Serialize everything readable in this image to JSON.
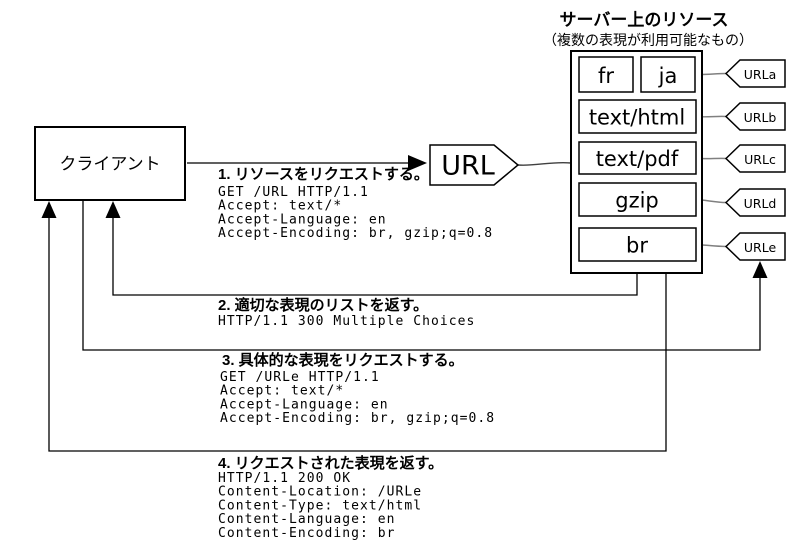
{
  "server_group": {
    "title": "サーバー上のリソース",
    "subtitle": "（複数の表現が利用可能なもの）"
  },
  "client": {
    "label": "クライアント"
  },
  "url_node": {
    "label": "URL"
  },
  "resources": [
    {
      "label": "fr"
    },
    {
      "label": "ja"
    },
    {
      "label": "text/html"
    },
    {
      "label": "text/pdf"
    },
    {
      "label": "gzip"
    },
    {
      "label": "br"
    }
  ],
  "url_tags": [
    {
      "label": "URLa"
    },
    {
      "label": "URLb"
    },
    {
      "label": "URLc"
    },
    {
      "label": "URLd"
    },
    {
      "label": "URLe"
    }
  ],
  "steps": [
    {
      "label": "1. リソースをリクエストする。",
      "lines": [
        "GET /URL HTTP/1.1",
        "Accept: text/*",
        "Accept-Language: en",
        "Accept-Encoding: br, gzip;q=0.8"
      ]
    },
    {
      "label": "2. 適切な表現のリストを返す。",
      "lines": [
        "HTTP/1.1 300 Multiple Choices"
      ]
    },
    {
      "label": "3. 具体的な表現をリクエストする。",
      "lines": [
        "GET /URLe HTTP/1.1",
        "Accept: text/*",
        "Accept-Language: en",
        "Accept-Encoding: br, gzip;q=0.8"
      ]
    },
    {
      "label": "4. リクエストされた表現を返す。",
      "lines": [
        "HTTP/1.1 200 OK",
        "Content-Location: /URLe",
        "Content-Type: text/html",
        "Content-Language: en",
        "Content-Encoding: br"
      ]
    }
  ],
  "colors": {
    "line": "#000000",
    "connector": "#808080",
    "background": "#ffffff"
  }
}
